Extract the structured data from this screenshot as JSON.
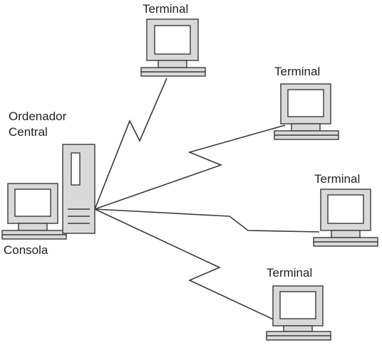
{
  "labels": {
    "terminal_1": "Terminal",
    "terminal_2": "Terminal",
    "terminal_3": "Terminal",
    "terminal_4": "Terminal",
    "central_line1": "Ordenador",
    "central_line2": "Central",
    "console": "Consola"
  },
  "colors": {
    "line": "#3a3a3a",
    "device_fill": "#d9d9d9",
    "background": "#ffffff"
  }
}
